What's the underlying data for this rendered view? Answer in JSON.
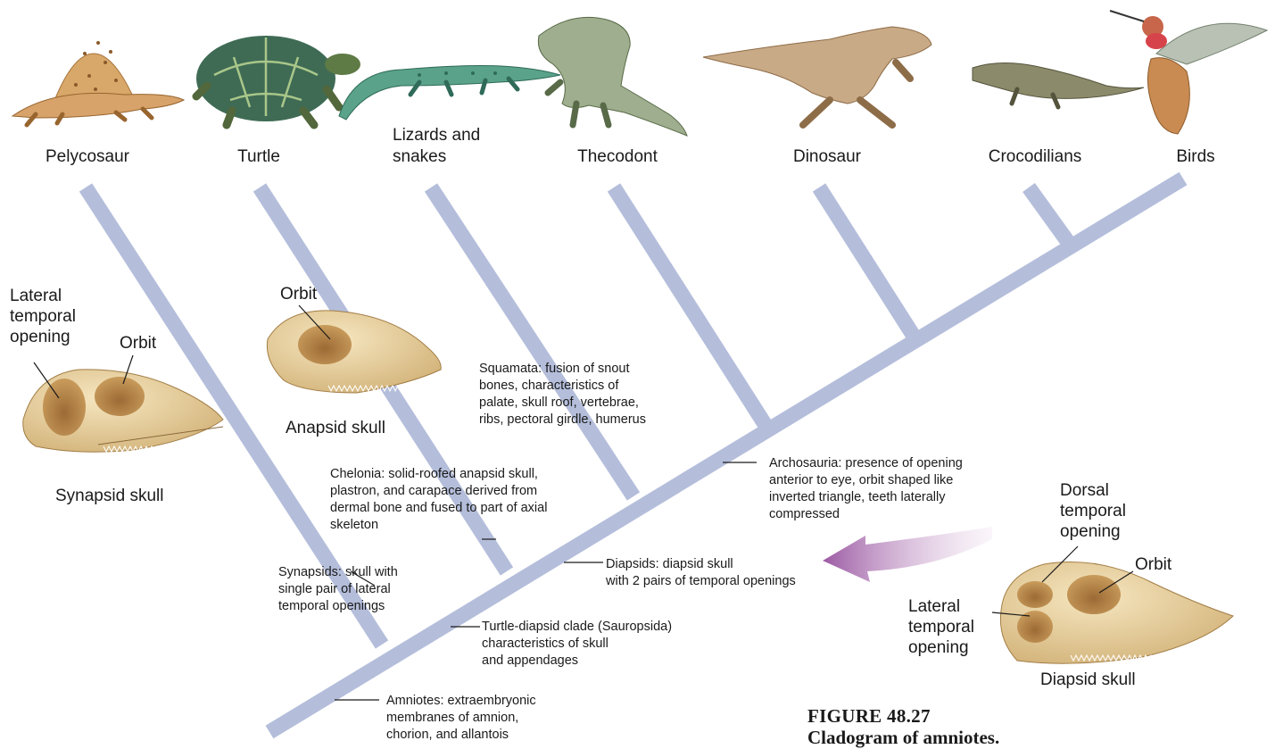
{
  "taxa": [
    {
      "id": "pelycosaur",
      "label": "Pelycosaur"
    },
    {
      "id": "turtle",
      "label": "Turtle"
    },
    {
      "id": "lizards",
      "label": "Lizards and\nsnakes"
    },
    {
      "id": "thecodont",
      "label": "Thecodont"
    },
    {
      "id": "dinosaur",
      "label": "Dinosaur"
    },
    {
      "id": "crocodilians",
      "label": "Crocodilians"
    },
    {
      "id": "birds",
      "label": "Birds"
    }
  ],
  "characters": {
    "amniotes": "Amniotes: extraembryonic\nmembranes of amnion,\nchorion, and allantois",
    "synapsids": "Synapsids: skull with\nsingle pair of lateral\ntemporal openings",
    "sauropsida": "Turtle-diapsid clade (Sauropsida)\ncharacteristics of skull\nand appendages",
    "chelonia": "Chelonia: solid-roofed anapsid skull,\nplastron, and carapace derived from\ndermal bone and fused to part of axial\nskeleton",
    "diapsids": "Diapsids: diapsid skull\nwith 2 pairs of temporal openings",
    "squamata": "Squamata: fusion of snout\nbones, characteristics of\npalate, skull roof, vertebrae,\nribs, pectoral girdle, humerus",
    "archosauria": "Archosauria: presence of opening\nanterior to eye, orbit shaped like\ninverted triangle, teeth laterally\ncompressed"
  },
  "skulls": {
    "synapsid": {
      "caption": "Synapsid skull",
      "lateral_temporal": "Lateral\ntemporal\nopening",
      "orbit": "Orbit"
    },
    "anapsid": {
      "caption": "Anapsid skull",
      "orbit": "Orbit"
    },
    "diapsid": {
      "caption": "Diapsid skull",
      "dorsal_temporal": "Dorsal\ntemporal\nopening",
      "orbit": "Orbit",
      "lateral_temporal": "Lateral\ntemporal\nopening"
    }
  },
  "figure": {
    "number": "FIGURE 48.27",
    "title": "Cladogram of amniotes."
  },
  "colors": {
    "branch": "#b4bedb",
    "bone": "#e8d2a0",
    "bone_shadow": "#b98f52",
    "arrow": "#a56aa8"
  }
}
